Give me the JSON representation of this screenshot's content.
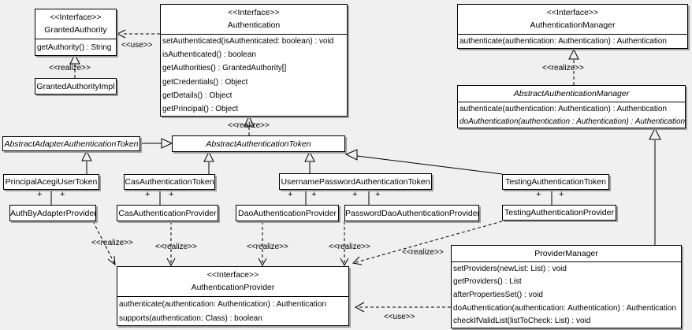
{
  "colors": {
    "background": "#f0f0f0",
    "box_fill": "#ffffff",
    "border": "#000000",
    "shadow": "#9e9e9e"
  },
  "labels": {
    "use": "<<use>>",
    "realize": "<<realize>>",
    "plus": "+"
  },
  "classes": {
    "granted_authority": {
      "stereotype": "<<Interface>>",
      "name": "GrantedAuthority",
      "methods": [
        "getAuthority() : String"
      ]
    },
    "granted_authority_impl": {
      "name": "GrantedAuthorityImpl"
    },
    "authentication": {
      "stereotype": "<<Interface>>",
      "name": "Authentication",
      "methods": [
        "setAuthenticated(isAuthenticated: boolean) : void",
        "isAuthenticated() : boolean",
        "getAuthorities() : GrantedAuthority[]",
        "getCredentials() : Object",
        "getDetails() : Object",
        "getPrincipal() : Object"
      ]
    },
    "authentication_manager": {
      "stereotype": "<<Interface>>",
      "name": "AuthenticationManager",
      "methods": [
        "authenticate(authentication: Authentication) : Authentication"
      ]
    },
    "abstract_authentication_manager": {
      "name": "AbstractAuthenticationManager",
      "methods": [
        "authenticate(authentication: Authentication) : Authentication",
        "doAuthentication(authentication : Authentication) : Authentication"
      ]
    },
    "abstract_adapter_authentication_token": {
      "name": "AbstractAdapterAuthenticationToken"
    },
    "abstract_authentication_token": {
      "name": "AbstractAuthenticationToken"
    },
    "principal_acegi_user_token": {
      "name": "PrincipalAcegiUserToken"
    },
    "cas_authentication_token": {
      "name": "CasAuthenticationToken"
    },
    "username_password_authentication_token": {
      "name": "UsernamePasswordAuthenticationToken"
    },
    "testing_authentication_token": {
      "name": "TestingAuthenticationToken"
    },
    "auth_by_adapter_provider": {
      "name": "AuthByAdapterProvider"
    },
    "cas_authentication_provider": {
      "name": "CasAuthenticationProvider"
    },
    "dao_authentication_provider": {
      "name": "DaoAuthenticationProvider"
    },
    "password_dao_authentication_provider": {
      "name": "PasswordDaoAuthenticationProvider"
    },
    "testing_authentication_provider": {
      "name": "TestingAuthenticationProvider"
    },
    "authentication_provider": {
      "stereotype": "<<Interface>>",
      "name": "AuthenticationProvider",
      "methods": [
        "authenticate(authentication: Authentication) : Authentication",
        "supports(authentication: Class) : boolean"
      ]
    },
    "provider_manager": {
      "name": "ProviderManager",
      "methods": [
        "setProviders(newList: List) : void",
        "getProviders() : List",
        "afterPropertiesSet() : void",
        "doAuthentication(authentication: Authentication) : Authentication",
        "checkIfValidList(listToCheck: List) : void"
      ]
    }
  }
}
